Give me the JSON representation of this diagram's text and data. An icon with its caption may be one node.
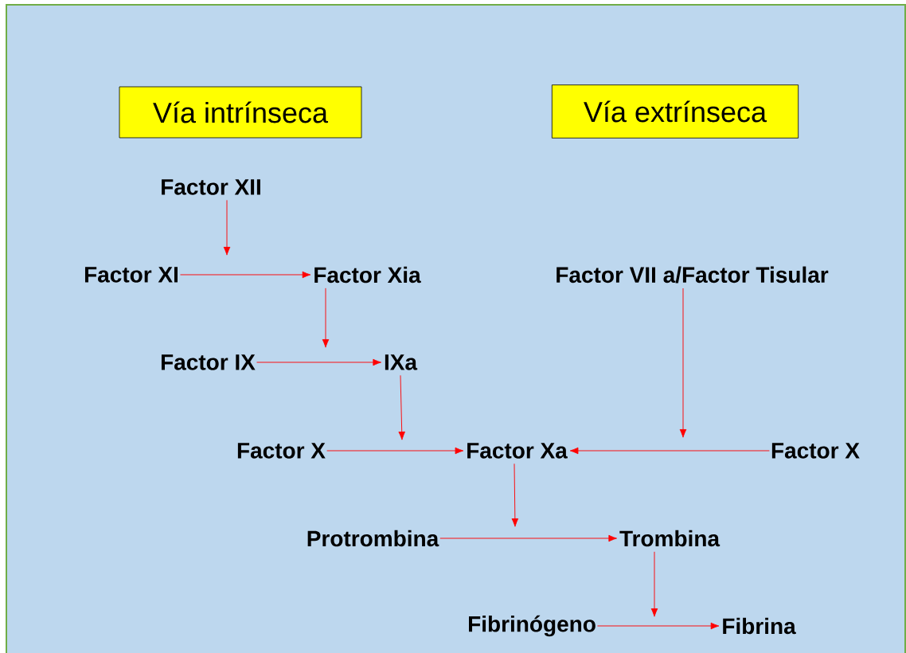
{
  "diagram": {
    "nodes": [
      {
        "text": [
          "Vía intrínseca"
        ]
      },
      {
        "text": [
          "Vía extrínseca"
        ]
      },
      {
        "text": [
          "Factor XII"
        ]
      },
      {
        "text": [
          "Factor XI"
        ]
      },
      {
        "text": [
          "Factor Xia"
        ]
      },
      {
        "text": [
          "Factor VII a/Factor Tisular"
        ]
      },
      {
        "text": [
          "Factor IX"
        ]
      },
      {
        "text": [
          "IXa"
        ]
      },
      {
        "text": [
          "Factor X"
        ]
      },
      {
        "text": [
          "Factor Xa"
        ]
      },
      {
        "text": [
          "Factor X"
        ]
      },
      {
        "text": [
          "Protrombina"
        ]
      },
      {
        "text": [
          "Trombina"
        ]
      },
      {
        "text": [
          "Fibrinógeno"
        ]
      },
      {
        "text": [
          "Fibrina"
        ]
      }
    ],
    "edges": [
      {
        "from": 2,
        "to": null,
        "arrow": "to"
      },
      {
        "from": 3,
        "to": 4,
        "arrow": "to"
      },
      {
        "from": 4,
        "to": null,
        "arrow": "to"
      },
      {
        "from": 6,
        "to": 7,
        "arrow": "to"
      },
      {
        "from": 7,
        "to": null,
        "arrow": "to"
      },
      {
        "from": 8,
        "to": 9,
        "arrow": "to"
      },
      {
        "from": 5,
        "to": null,
        "arrow": "to"
      },
      {
        "from": 10,
        "to": 9,
        "arrow": "to"
      },
      {
        "from": 9,
        "to": null,
        "arrow": "to"
      },
      {
        "from": 11,
        "to": 12,
        "arrow": "to"
      },
      {
        "from": 12,
        "to": null,
        "arrow": "to"
      },
      {
        "from": 13,
        "to": 14,
        "arrow": "to"
      }
    ]
  }
}
